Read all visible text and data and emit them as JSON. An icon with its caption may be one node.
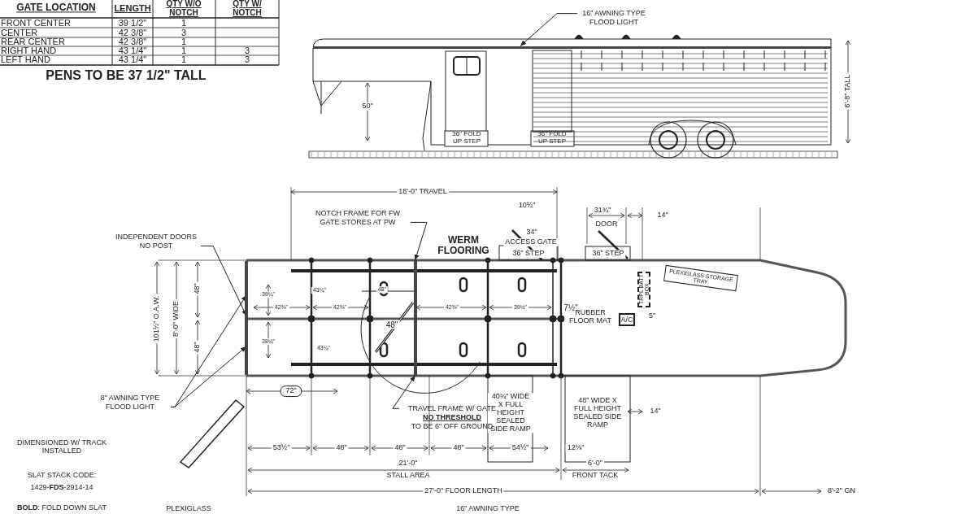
{
  "diagram": {
    "nodes": [
      {
        "text": [
          "16\" AWNING TYPE FLOOD LIGHT"
        ]
      },
      {
        "text": [
          "NOTCH FRAME FOR FW GATE STORES AT PW"
        ]
      },
      {
        "text": [
          "INDEPENDENT DOORS NO POST"
        ]
      },
      {
        "text": [
          "8\" AWNING TYPE FLOOD LIGHT"
        ]
      },
      {
        "text": [
          "TRAVEL FRAME W/ GATE",
          "NO THRESHOLD",
          "TO BE 6\" OFF GROUND"
        ]
      },
      {
        "text": [
          "TRPL BATT BOX"
        ]
      },
      {
        "text": [
          "PLEXIGLASS STORAGE TRAY"
        ]
      },
      {
        "text": [
          "A/C"
        ]
      },
      {
        "text": [],
        "shape": "bar"
      },
      {
        "text": [],
        "shape": "bar"
      },
      {
        "text": [],
        "shape": "bar"
      }
    ],
    "edges": [
      {
        "from": 0,
        "to": 9,
        "arrow": "to"
      },
      {
        "from": 1,
        "to": 10,
        "arrow": "to"
      },
      {
        "from": 2,
        "to": 8,
        "arrow": "to"
      },
      {
        "from": 3,
        "to": 8,
        "arrow": "to"
      },
      {
        "from": 3,
        "to": 8,
        "arrow": "to"
      },
      {
        "from": 4,
        "to": 10,
        "arrow": "to"
      }
    ],
    "labels": [
      "GATE LOCATION",
      "LENGTH",
      "QTY W/O NOTCH",
      "QTY W/ NOTCH",
      "FRONT CENTER",
      "39 1/2\"",
      "1",
      "CENTER",
      "42 3/8\"",
      "3",
      "REAR CENTER",
      "42 3/8\"",
      "1",
      "RIGHT HAND",
      "43 1/4\"",
      "1",
      "3",
      "LEFT HAND",
      "43 1/4\"",
      "1",
      "3",
      "PENS TO BE 37 1/2\" TALL",
      "6'-8\" TALL",
      "50\"",
      "36\" FOLD UP STEP",
      "36\" FOLD UP STEP",
      "18'-0\" TRAVEL",
      "10½\"",
      "31¾\"",
      "DOOR",
      "14\"",
      "34\"",
      "ACCESS GATE",
      "WERM FLOORING",
      "36\" STEP",
      "36\" STEP",
      "101½\" O.A.W.",
      "8'-0\" WIDE",
      "48\"",
      "48\"",
      "39¼\"",
      "39¼\"",
      "43¼\"",
      "43¼\"",
      "42⅜\"",
      "42⅜\"",
      "48\"",
      "48\"",
      "42⅜\"",
      "39½\"",
      "7½\"",
      "RUBBER FLOOR MAT",
      "5\"",
      "72\"",
      "40¾\" WIDE X FULL HEIGHT SEALED SIDE RAMP",
      "48\" WIDE X FULL HEIGHT SEALED SIDE RAMP",
      "14\"",
      "53½\"",
      "48\"",
      "48\"",
      "48\"",
      "54½\"",
      "12⅛\"",
      "21'-0\"",
      "STALL AREA",
      "6'-0\"",
      "FRONT TACK",
      "27'-0\" FLOOR LENGTH",
      "8'-2\" GN",
      "DIMENSIONED W/ TRACK INSTALLED",
      "SLAT STACK CODE:",
      "1429-**FDS**-2914-14",
      "**BOLD**: FOLD DOWN SLAT",
      "PLEXIGLASS",
      "16\" AWNING TYPE"
    ]
  }
}
